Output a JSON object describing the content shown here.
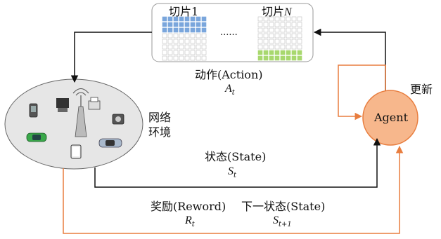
{
  "slices": {
    "first_label": "切片1",
    "last_label_prefix": "切片",
    "last_label_var": "N",
    "ellipsis": "......",
    "grid_rows": 8,
    "grid_cols": 8,
    "first_highlight": "top-3-rows",
    "last_highlight": "bottom-2-rows",
    "first_color": "#7aa6dc",
    "last_color": "#a8d86e"
  },
  "action": {
    "label": "动作(Action)",
    "symbol": "A",
    "sub": "t"
  },
  "environment": {
    "line1": "网络",
    "line2": "环境"
  },
  "agent": {
    "label": "Agent",
    "color": "#f7b78c",
    "border": "#e87d3e"
  },
  "update": {
    "label": "更新"
  },
  "state": {
    "label": "状态(State)",
    "symbol": "S",
    "sub": "t"
  },
  "reward": {
    "label": "奖励(Reword)",
    "symbol": "R",
    "sub": "t"
  },
  "next_state": {
    "label": "下一状态(State)",
    "symbol": "S",
    "sub": "t+1"
  },
  "colors": {
    "black_arrow": "#111111",
    "orange_arrow": "#e87d3e",
    "env_fill": "#e6e6e6"
  },
  "icons": [
    "phone-icon",
    "server-icon",
    "router-icon",
    "printer-icon",
    "camera-icon",
    "car-green-icon",
    "car-blue-icon",
    "tablet-icon"
  ]
}
